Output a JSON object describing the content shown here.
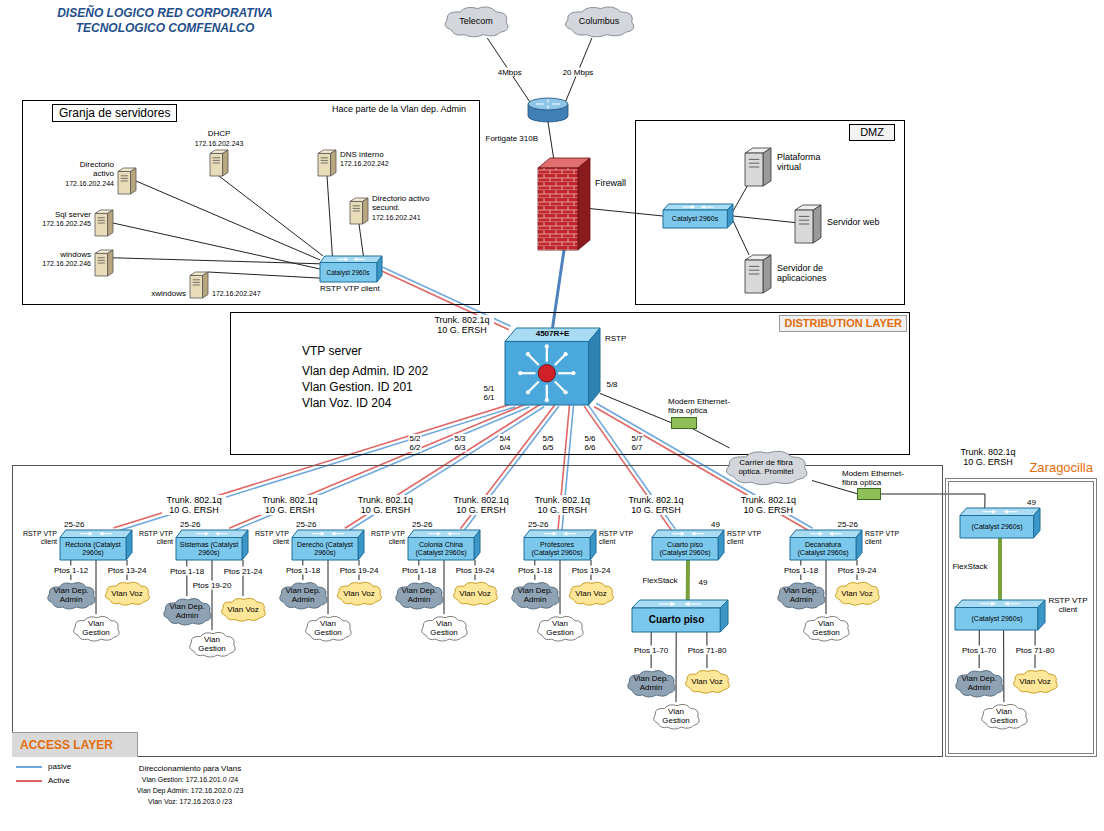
{
  "diagram": {
    "title": "DISEÑO LOGICO RED CORPORATIVA TECNOLOGICO COMFENALCO",
    "nodes": [
      {
        "text": [
          "Telecom"
        ]
      },
      {
        "text": [
          "Columbus"
        ]
      },
      {
        "text": [
          "Fortigate 310B"
        ]
      },
      {
        "text": [
          "Firewall"
        ]
      },
      {
        "text": [
          "Granja de servidores",
          "Hace parte de la Vlan dep. Admin"
        ]
      },
      {
        "text": [
          "DHCP",
          "172.16.202.243"
        ],
        "in": 4
      },
      {
        "text": [
          "Directorio activo",
          "172.16.202.244"
        ],
        "in": 4
      },
      {
        "text": [
          "DNS interno",
          "172.16.202.242"
        ],
        "in": 4
      },
      {
        "text": [
          "Directorio activo secund.",
          "172.16.202.241"
        ],
        "in": 4
      },
      {
        "text": [
          "Sql server",
          "172.16.202.245"
        ],
        "in": 4
      },
      {
        "text": [
          "windows",
          "172.16.202.246"
        ],
        "in": 4
      },
      {
        "text": [
          "xwindows",
          "172.16.202.247"
        ],
        "in": 4
      },
      {
        "text": [
          "Catalyst 2960s",
          "RSTP VTP client"
        ],
        "in": 4
      },
      {
        "text": [
          "DMZ"
        ]
      },
      {
        "text": [
          "Catalyst 2960s"
        ],
        "in": 13
      },
      {
        "text": [
          "Plataforma virtual"
        ],
        "in": 13
      },
      {
        "text": [
          "Servidor web"
        ],
        "in": 13
      },
      {
        "text": [
          "Servidor de aplicaciones"
        ],
        "in": 13
      },
      {
        "text": [
          "DISTRIBUTION LAYER",
          "VTP server",
          "Vlan dep Admin. ID 202",
          "Vlan Gestion. ID 201",
          "Vlan Voz. ID 204"
        ]
      },
      {
        "text": [
          "4507R+E",
          "RSTP"
        ],
        "in": 18
      },
      {
        "text": [
          "Modem Ethernet- fibra optica"
        ],
        "in": 18
      },
      {
        "text": [
          "Carrier de fibra optica. Promitel"
        ]
      },
      {
        "text": [
          "Modem Ethernet- fibra optica"
        ]
      },
      {
        "text": [
          "ACCESS LAYER"
        ]
      },
      {
        "text": [
          "Rectoria (Catalyst 2960s)",
          "25-26",
          "RSTP VTP client"
        ],
        "in": 23
      },
      {
        "text": [
          "Vlan Dep. Admin"
        ],
        "in": 23
      },
      {
        "text": [
          "Vlan Gestion"
        ],
        "in": 23
      },
      {
        "text": [
          "Vlan Voz"
        ],
        "in": 23
      },
      {
        "text": [
          "Sistemas (Catalyst 2960s)",
          "25-26",
          "RSTP VTP client"
        ],
        "in": 23
      },
      {
        "text": [
          "Vlan Dep. Admin"
        ],
        "in": 23
      },
      {
        "text": [
          "Vlan Gestion"
        ],
        "in": 23
      },
      {
        "text": [
          "Vlan Voz"
        ],
        "in": 23
      },
      {
        "text": [
          "Derecho (Catalyst 2960s)",
          "25-26",
          "RSTP VTP client"
        ],
        "in": 23
      },
      {
        "text": [
          "Vlan Dep. Admin"
        ],
        "in": 23
      },
      {
        "text": [
          "Vlan Gestion"
        ],
        "in": 23
      },
      {
        "text": [
          "Vlan Voz"
        ],
        "in": 23
      },
      {
        "text": [
          "Colonia China (Catalyst 2960s)",
          "25-26",
          "RSTP VTP client"
        ],
        "in": 23
      },
      {
        "text": [
          "Vlan Dep. Admin"
        ],
        "in": 23
      },
      {
        "text": [
          "Vlan Gestion"
        ],
        "in": 23
      },
      {
        "text": [
          "Vlan Voz"
        ],
        "in": 23
      },
      {
        "text": [
          "Profesores (Catalyst 2960s)",
          "25-26",
          "RSTP VTP client"
        ],
        "in": 23
      },
      {
        "text": [
          "Vlan Dep. Admin"
        ],
        "in": 23
      },
      {
        "text": [
          "Vlan Gestion"
        ],
        "in": 23
      },
      {
        "text": [
          "Vlan Voz"
        ],
        "in": 23
      },
      {
        "text": [
          "Cuarto piso (Catalyst 2960s)",
          "49",
          "RSTP VTP client"
        ],
        "in": 23
      },
      {
        "text": [
          "Cuarto piso"
        ],
        "in": 23
      },
      {
        "text": [
          "Vlan Dep. Admin"
        ],
        "in": 23
      },
      {
        "text": [
          "Vlan Gestion"
        ],
        "in": 23
      },
      {
        "text": [
          "Vlan Voz"
        ],
        "in": 23
      },
      {
        "text": [
          "Decanatura (Catalyst 2960s)",
          "25-26",
          "RSTP VTP client"
        ],
        "in": 23
      },
      {
        "text": [
          "Vlan Dep. Admin"
        ],
        "in": 23
      },
      {
        "text": [
          "Vlan Gestion"
        ],
        "in": 23
      },
      {
        "text": [
          "Vlan Voz"
        ],
        "in": 23
      },
      {
        "text": [
          "Zaragocilla"
        ]
      },
      {
        "text": [
          "(Catalyst 2960s)",
          "49"
        ],
        "in": 53
      },
      {
        "text": [
          "(Catalyst 2960s)",
          "RSTP VTP client"
        ],
        "in": 53
      },
      {
        "text": [
          "Vlan Dep. Admin"
        ],
        "in": 53
      },
      {
        "text": [
          "Vlan Gestion"
        ],
        "in": 53
      },
      {
        "text": [
          "Vlan Voz"
        ],
        "in": 53
      }
    ],
    "edges": [
      {
        "from": 0,
        "to": 2,
        "label": "4Mbps",
        "arrow": "none"
      },
      {
        "from": 1,
        "to": 2,
        "label": "20 Mbps",
        "arrow": "none"
      },
      {
        "from": 2,
        "to": 3,
        "arrow": "none"
      },
      {
        "from": 3,
        "to": 14,
        "arrow": "none"
      },
      {
        "from": 3,
        "to": 19,
        "arrow": "none"
      },
      {
        "from": 12,
        "to": 19,
        "label": "Trunk. 802.1q 10 G. ERSH",
        "arrow": "none"
      },
      {
        "from": 5,
        "to": 12,
        "arrow": "none"
      },
      {
        "from": 6,
        "to": 12,
        "arrow": "none"
      },
      {
        "from": 7,
        "to": 12,
        "arrow": "none"
      },
      {
        "from": 8,
        "to": 12,
        "arrow": "none"
      },
      {
        "from": 9,
        "to": 12,
        "arrow": "none"
      },
      {
        "from": 10,
        "to": 12,
        "arrow": "none"
      },
      {
        "from": 11,
        "to": 12,
        "arrow": "none"
      },
      {
        "from": 14,
        "to": 15,
        "arrow": "none"
      },
      {
        "from": 14,
        "to": 16,
        "arrow": "none"
      },
      {
        "from": 14,
        "to": 17,
        "arrow": "none"
      },
      {
        "from": 19,
        "to": 24,
        "label": "Trunk. 802.1q 10 G. ERSH",
        "arrow": "none"
      },
      {
        "from": 19,
        "to": 28,
        "label": "Trunk. 802.1q 10 G. ERSH",
        "arrow": "none"
      },
      {
        "from": 19,
        "to": 32,
        "label": "Trunk. 802.1q 10 G. ERSH",
        "arrow": "none"
      },
      {
        "from": 19,
        "to": 36,
        "label": "Trunk. 802.1q 10 G. ERSH",
        "arrow": "none"
      },
      {
        "from": 19,
        "to": 40,
        "label": "Trunk. 802.1q 10 G. ERSH",
        "arrow": "none"
      },
      {
        "from": 19,
        "to": 44,
        "label": "Trunk. 802.1q 10 G. ERSH",
        "arrow": "none"
      },
      {
        "from": 19,
        "to": 49,
        "label": "Trunk. 802.1q 10 G. ERSH",
        "arrow": "none"
      },
      {
        "from": 19,
        "to": 20,
        "arrow": "none"
      },
      {
        "from": 20,
        "to": 21,
        "arrow": "none"
      },
      {
        "from": 21,
        "to": 22,
        "arrow": "none"
      },
      {
        "from": 22,
        "to": 54,
        "label": "Trunk. 802.1q 10 G. ERSH",
        "arrow": "none"
      },
      {
        "from": 44,
        "to": 45,
        "label": "FlexStack",
        "arrow": "none"
      },
      {
        "from": 54,
        "to": 55,
        "label": "FlexStack",
        "arrow": "none"
      },
      {
        "from": 24,
        "to": 25,
        "arrow": "none"
      },
      {
        "from": 24,
        "to": 26,
        "arrow": "none"
      },
      {
        "from": 24,
        "to": 27,
        "arrow": "none"
      },
      {
        "from": 28,
        "to": 29,
        "arrow": "none"
      },
      {
        "from": 28,
        "to": 30,
        "arrow": "none"
      },
      {
        "from": 28,
        "to": 31,
        "arrow": "none"
      },
      {
        "from": 32,
        "to": 33,
        "arrow": "none"
      },
      {
        "from": 32,
        "to": 34,
        "arrow": "none"
      },
      {
        "from": 32,
        "to": 35,
        "arrow": "none"
      },
      {
        "from": 36,
        "to": 37,
        "arrow": "none"
      },
      {
        "from": 36,
        "to": 38,
        "arrow": "none"
      },
      {
        "from": 36,
        "to": 39,
        "arrow": "none"
      },
      {
        "from": 40,
        "to": 41,
        "arrow": "none"
      },
      {
        "from": 40,
        "to": 42,
        "arrow": "none"
      },
      {
        "from": 40,
        "to": 43,
        "arrow": "none"
      },
      {
        "from": 45,
        "to": 46,
        "arrow": "none"
      },
      {
        "from": 45,
        "to": 47,
        "arrow": "none"
      },
      {
        "from": 45,
        "to": 48,
        "arrow": "none"
      },
      {
        "from": 49,
        "to": 50,
        "arrow": "none"
      },
      {
        "from": 49,
        "to": 51,
        "arrow": "none"
      },
      {
        "from": 49,
        "to": 52,
        "arrow": "none"
      },
      {
        "from": 55,
        "to": 56,
        "arrow": "none"
      },
      {
        "from": 55,
        "to": 57,
        "arrow": "none"
      },
      {
        "from": 55,
        "to": 58,
        "arrow": "none"
      }
    ],
    "labels": [
      "5/1 6/1",
      "5/2 6/2",
      "5/3 6/3",
      "5/4 6/4",
      "5/5 6/5",
      "5/6 6/6",
      "5/7 6/7",
      "5/8",
      "Ptos 1-12",
      "Ptos 13-24",
      "Ptos 1-18",
      "Ptos 19-20",
      "Ptos 21-24",
      "Ptos 1-18",
      "Ptos 19-24",
      "Ptos 1-18",
      "Ptos 19-24",
      "Ptos 1-18",
      "Ptos 19-24",
      "49",
      "Ptos 1-70",
      "Ptos 71-80",
      "Ptos 1-18",
      "Ptos 19-24",
      "Ptos 1-70",
      "Ptos 71-80",
      "Direccionamiento para Vlans",
      "Vlan Gestion: 172.16.201.0 /24",
      "Vlan Dep Admin: 172.16.202.0 /23",
      "Vlan Voz: 172.16.203.0 /23"
    ],
    "legend": [
      {
        "text": "pasive"
      },
      {
        "text": "Active"
      }
    ]
  }
}
